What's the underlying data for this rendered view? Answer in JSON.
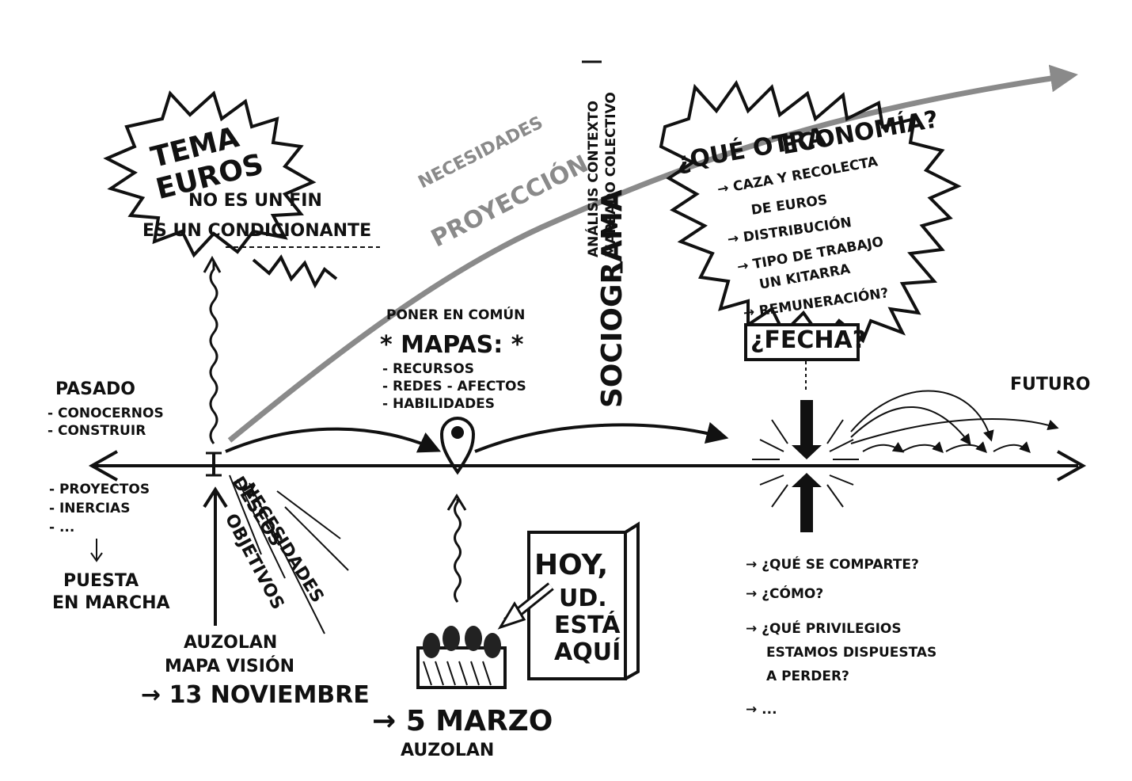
{
  "colors": {
    "ink": "#111111",
    "gray": "#8a8a8a",
    "paper": "#ffffff"
  },
  "timeline": {
    "past_label": "PASADO",
    "future_label": "FUTURO",
    "past_items": [
      "- CONOCERNOS",
      "- CONSTRUIR"
    ],
    "past_below_items": [
      "- PROYECTOS",
      "- INERCIAS",
      "- ..."
    ],
    "start_label": "PUESTA",
    "start_label2": "EN MARCHA"
  },
  "burst_left": {
    "line1": "TEMA",
    "line2": "EUROS",
    "line3": "NO ES UN FIN",
    "line4": "ES UN CONDICIONANTE"
  },
  "gray_arrow": {
    "line1": "NECESIDADES",
    "line2": "PROYECCIÓN"
  },
  "sociogram": {
    "main": "SOCIOGRAMA",
    "sub1": "ANÁLISIS CONTEXTO",
    "sub2": "MAPEADO COLECTIVO"
  },
  "mapas": {
    "intro": "PONER EN COMÚN",
    "title": "* MAPAS: *",
    "items": [
      "- RECURSOS",
      "- REDES - AFECTOS",
      "- HABILIDADES"
    ]
  },
  "deseos": {
    "items": [
      "DESEOS",
      "NECESIDADES",
      "OBJETIVOS"
    ]
  },
  "auzolan_vision": {
    "line1": "AUZOLAN",
    "line2": "MAPA VISIÓN",
    "date": "→ 13 NOVIEMBRE"
  },
  "auzolan_marzo": {
    "date": "→ 5 MARZO",
    "line2": "AUZOLAN"
  },
  "hoy_sign": {
    "line1": "HOY,",
    "line2": "UD.",
    "line3": "ESTÁ",
    "line4": "AQUÍ"
  },
  "burst_right": {
    "title1": "¿QUÉ OTRA",
    "title2": "ECONOMÍA?",
    "items": [
      "→ CAZA Y RECOLECTA",
      "DE EUROS",
      "→ DISTRIBUCIÓN",
      "→ TIPO DE TRABAJO",
      "UN KITARRA",
      "→ REMUNERACIÓN?"
    ]
  },
  "fecha": "¿FECHA?",
  "questions": {
    "items": [
      "→ ¿QUÉ SE COMPARTE?",
      "→ ¿CÓMO?",
      "→ ¿QUÉ PRIVILEGIOS",
      "ESTAMOS DISPUESTAS",
      "A PERDER?",
      "→ ..."
    ]
  }
}
